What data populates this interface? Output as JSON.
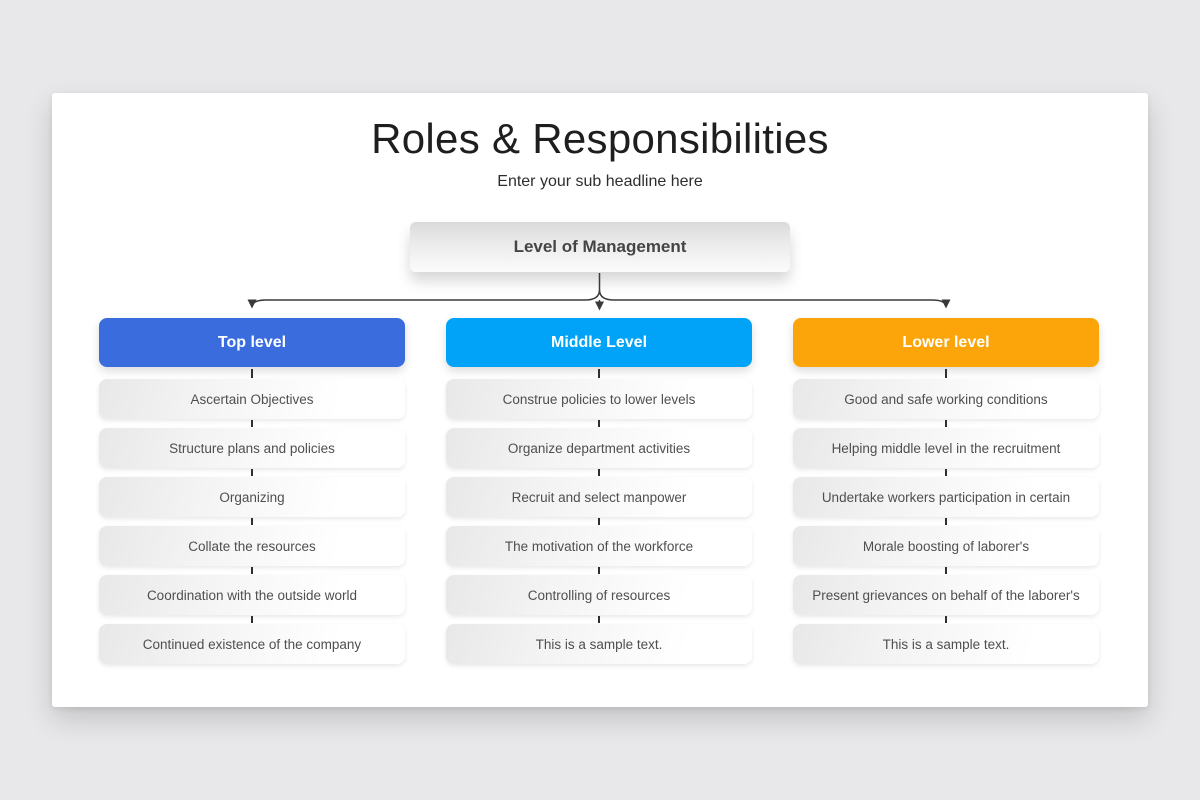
{
  "page": {
    "background_color": "#e8e8ea"
  },
  "slide": {
    "title": "Roles & Responsibilities",
    "subtitle": "Enter your sub headline here",
    "root": {
      "label": "Level of Management"
    },
    "connector_color": "#3a3a3a",
    "columns": [
      {
        "label": "Top level",
        "color": "#3a6cde",
        "items": [
          "Ascertain Objectives",
          "Structure plans and policies",
          "Organizing",
          "Collate the resources",
          "Coordination with the outside world",
          "Continued existence of the company"
        ]
      },
      {
        "label": "Middle Level",
        "color": "#00a3f7",
        "items": [
          "Construe policies to lower levels",
          "Organize department activities",
          "Recruit and select manpower",
          "The motivation of the workforce",
          "Controlling of resources",
          "This is a sample text."
        ]
      },
      {
        "label": "Lower level",
        "color": "#fca50a",
        "items": [
          "Good and safe working conditions",
          "Helping middle level in the recruitment",
          "Undertake workers participation in certain",
          "Morale boosting of laborer's",
          "Present grievances on behalf of the laborer's",
          "This is a sample text."
        ]
      }
    ]
  }
}
